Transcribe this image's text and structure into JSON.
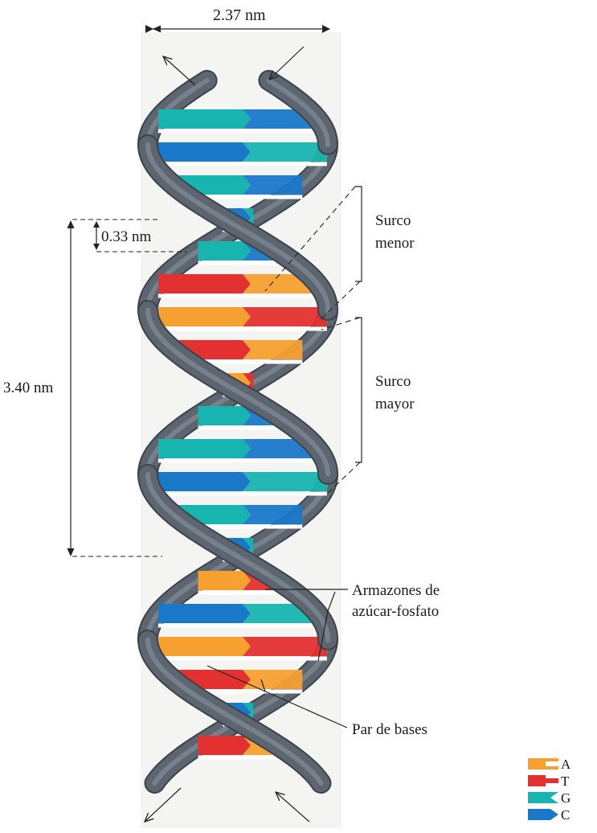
{
  "measurements": {
    "width": "2.37 nm",
    "base_spacing": "0.33 nm",
    "helix_pitch": "3.40 nm"
  },
  "grooves": {
    "minor": [
      "Surco",
      "menor"
    ],
    "major": [
      "Surco",
      "mayor"
    ]
  },
  "labels": {
    "backbones": [
      "Armazones de",
      "azúcar-fosfato"
    ],
    "base_pair": "Par de bases"
  },
  "legend": [
    {
      "letter": "A",
      "color": "#f5a030",
      "name": "adenine-icon"
    },
    {
      "letter": "T",
      "color": "#e33030",
      "name": "thymine-icon"
    },
    {
      "letter": "G",
      "color": "#18b4b0",
      "name": "guanine-icon"
    },
    {
      "letter": "C",
      "color": "#1a78c8",
      "name": "cytosine-icon"
    }
  ],
  "colors": {
    "backbone": "#5d6670",
    "backbone_highlight": "#8d98a3",
    "backbone_shadow": "#3c434a",
    "adenine": "#f5a030",
    "thymine": "#e33030",
    "guanine": "#18b4b0",
    "cytosine": "#1a78c8"
  },
  "base_pairs": [
    "GC",
    "CG",
    "GC",
    "CG",
    "GC",
    "TA",
    "AT",
    "TA",
    "AT",
    "GC",
    "GC",
    "CG",
    "GC",
    "CG",
    "AT",
    "CG",
    "AT",
    "TA",
    "CG",
    "TA"
  ]
}
